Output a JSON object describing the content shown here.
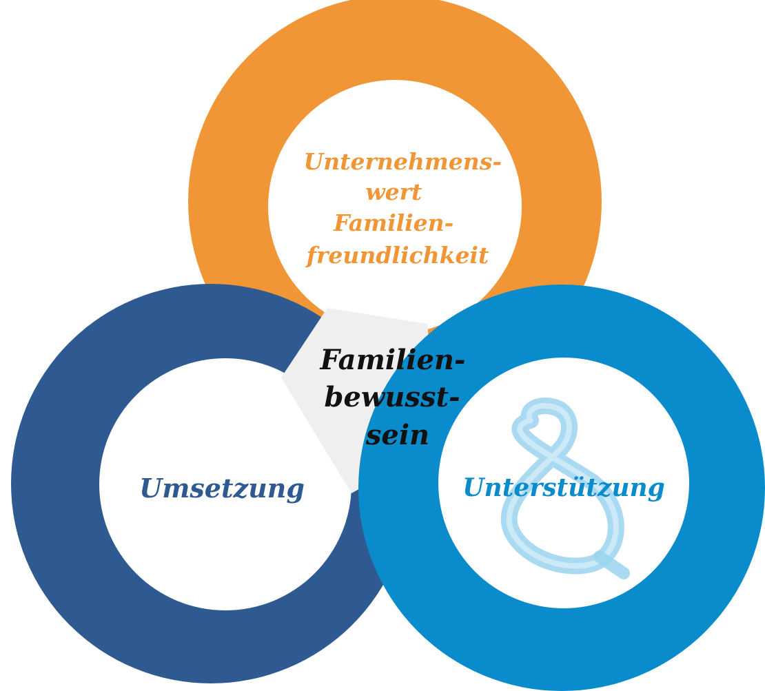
{
  "colors": {
    "orange": "#F09637",
    "dark_blue": "#2E5A91",
    "light_blue": "#0A8BCB",
    "center_gray": "#EFEFEF",
    "ribbon": "#9AD3F0",
    "white": "#FFFFFF",
    "center_text": "#111111"
  },
  "rings": {
    "top": {
      "label_lines": [
        "Unternehmens-",
        "wert",
        "Familien-",
        "freundlichkeit"
      ]
    },
    "left": {
      "label": "Umsetzung"
    },
    "right": {
      "label": "Unterstützung",
      "icon": "ampersand-ribbon-icon"
    }
  },
  "center": {
    "label_lines": [
      "Familien-",
      "bewusst-",
      "sein"
    ]
  }
}
